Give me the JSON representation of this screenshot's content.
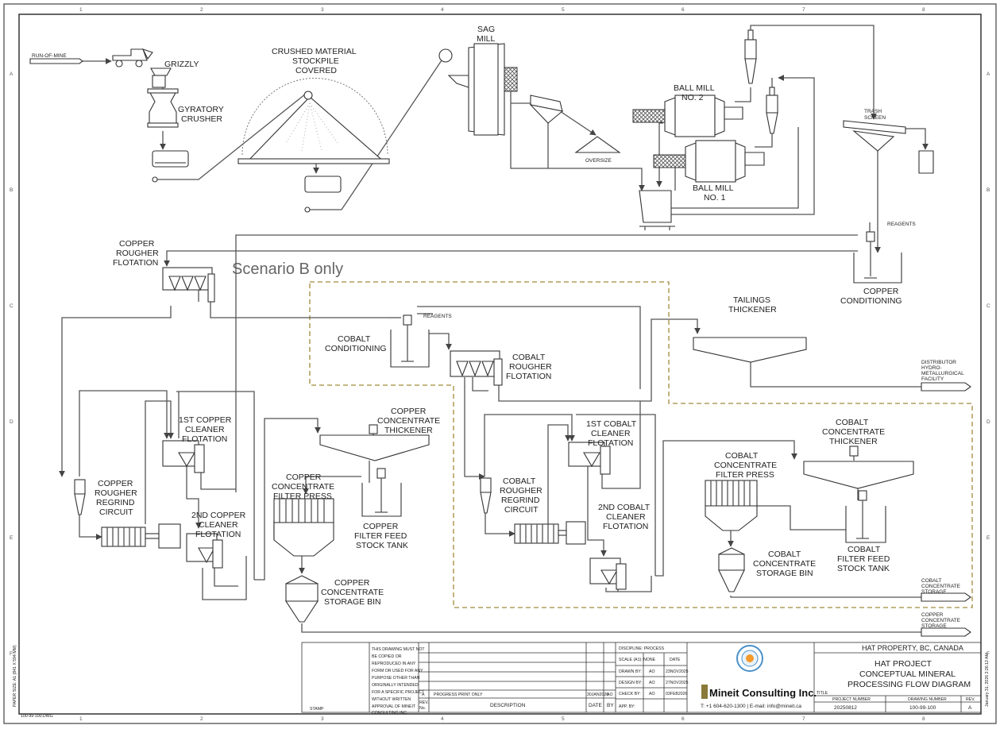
{
  "note": "Scenario B only",
  "grid": {
    "columns": [
      "1",
      "2",
      "3",
      "4",
      "5",
      "6",
      "7",
      "8"
    ],
    "rows": [
      "A",
      "B",
      "C",
      "D",
      "E",
      "F"
    ]
  },
  "side_text": {
    "left_margin": "PAPER SIZE: A1 (841 X 594 MM)",
    "file": "100-99-100.DWG",
    "right_margin": "January 31, 2026 2:26:12 AM"
  },
  "labels": {
    "run_of_mine": "RUN-OF-MINE",
    "grizzly": "GRIZZLY",
    "gyratory_1": "GYRATORY",
    "gyratory_2": "CRUSHER",
    "stockpile_1": "CRUSHED MATERIAL",
    "stockpile_2": "STOCKPILE",
    "stockpile_3": "COVERED",
    "sag_1": "SAG",
    "sag_2": "MILL",
    "oversize": "OVERSIZE",
    "ball2_1": "BALL MILL",
    "ball2_2": "NO. 2",
    "ball1_1": "BALL MILL",
    "ball1_2": "NO. 1",
    "trash_1": "TRASH",
    "trash_2": "SCREEN",
    "reagents_1": "REAGENTS",
    "cu_cond_1": "COPPER",
    "cu_cond_2": "CONDITIONING",
    "cu_rough_1": "COPPER",
    "cu_rough_2": "ROUGHER",
    "cu_rough_3": "FLOTATION",
    "reagents_2": "REAGENTS",
    "co_cond_1": "COBALT",
    "co_cond_2": "CONDITIONING",
    "co_rough_1": "COBALT",
    "co_rough_2": "ROUGHER",
    "co_rough_3": "FLOTATION",
    "tail_1": "TAILINGS",
    "tail_2": "THICKENER",
    "dist_1": "DISTRIBUTOR",
    "dist_2": "HYDRO-",
    "dist_3": "METALLURGICAL",
    "dist_4": "FACILITY",
    "cu_cl1_1": "1ST COPPER",
    "cu_cl1_2": "CLEANER",
    "cu_cl1_3": "FLOTATION",
    "cu_regrind_1": "COPPER",
    "cu_regrind_2": "ROUGHER",
    "cu_regrind_3": "REGRIND",
    "cu_regrind_4": "CIRCUIT",
    "cu_cl2_1": "2ND COPPER",
    "cu_cl2_2": "CLEANER",
    "cu_cl2_3": "FLOTATION",
    "cu_thick_1": "COPPER",
    "cu_thick_2": "CONCENTRATE",
    "cu_thick_3": "THICKENER",
    "cu_fp_1": "COPPER",
    "cu_fp_2": "CONCENTRATE",
    "cu_fp_3": "FILTER PRESS",
    "cu_fft_1": "COPPER",
    "cu_fft_2": "FILTER FEED",
    "cu_fft_3": "STOCK TANK",
    "cu_bin_1": "COPPER",
    "cu_bin_2": "CONCENTRATE",
    "cu_bin_3": "STORAGE BIN",
    "co_cl1_1": "1ST COBALT",
    "co_cl1_2": "CLEANER",
    "co_cl1_3": "FLOTATION",
    "co_regrind_1": "COBALT",
    "co_regrind_2": "ROUGHER",
    "co_regrind_3": "REGRIND",
    "co_regrind_4": "CIRCUIT",
    "co_cl2_1": "2ND COBALT",
    "co_cl2_2": "CLEANER",
    "co_cl2_3": "FLOTATION",
    "co_fp_1": "COBALT",
    "co_fp_2": "CONCENTRATE",
    "co_fp_3": "FILTER PRESS",
    "co_thick_1": "COBALT",
    "co_thick_2": "CONCENTRATE",
    "co_thick_3": "THICKENER",
    "co_bin_1": "COBALT",
    "co_bin_2": "CONCENTRATE",
    "co_bin_3": "STORAGE BIN",
    "co_fft_1": "COBALT",
    "co_fft_2": "FILTER FEED",
    "co_fft_3": "STOCK TANK",
    "co_out_1": "COBALT",
    "co_out_2": "CONCENTRATE",
    "co_out_3": "STORAGE",
    "cu_out_1": "COPPER",
    "cu_out_2": "CONCENTRATE",
    "cu_out_3": "STORAGE"
  },
  "title_block": {
    "disclaimer": [
      "THIS DRAWING MUST NOT",
      "BE COPIED OR",
      "REPRODUCED IN ANY",
      "FORM OR USED FOR ANY",
      "PURPOSE OTHER THAN",
      "ORIGINALLY INTENDED",
      "FOR A SPECIFIC PROJECT",
      "WITHOUT WRITTEN",
      "APPROVAL OF MINEIT",
      "CONSULTING INC."
    ],
    "rev_letter": "A",
    "rev_desc": "PROGRESS PRINT ONLY",
    "rev_date": "30JAN2026",
    "rev_by": "AO",
    "col_rev": "REV.",
    "col_no": "No.",
    "col_desc": "DESCRIPTION",
    "col_date": "DATE",
    "col_by": "BY",
    "discipline": "DISCIPLINE: PROCESS",
    "scale": "SCALE (A1): NONE",
    "date_hdr": "DATE",
    "drawn_lbl": "DRAWN BY:",
    "drawn_by": "AO",
    "drawn_date": "23NOV2025",
    "design_lbl": "DESIGN BY:",
    "design_by": "AO",
    "design_date": "27NOV2025",
    "check_lbl": "CHECK BY:",
    "check_by": "AO",
    "check_date": "03FEB2026",
    "app_lbl": "APP. BY:",
    "company": "Mineit Consulting Inc.",
    "contact": "T: +1 604-620-1300 | E-mail: info@mineit.ca",
    "property": "HAT PROPERTY, BC, CANADA",
    "title_1": "HAT PROJECT",
    "title_2": "CONCEPTUAL MINERAL",
    "title_3": "PROCESSING FLOW DIAGRAM",
    "title_lbl": "TITLE",
    "proj_lbl": "PROJECT NUMBER",
    "proj_no": "20250812",
    "dwg_lbl": "DRAWING NUMBER",
    "dwg_no": "100-99-100",
    "rev_lbl": "REV.",
    "rev": "A",
    "stamp": "STAMP"
  }
}
